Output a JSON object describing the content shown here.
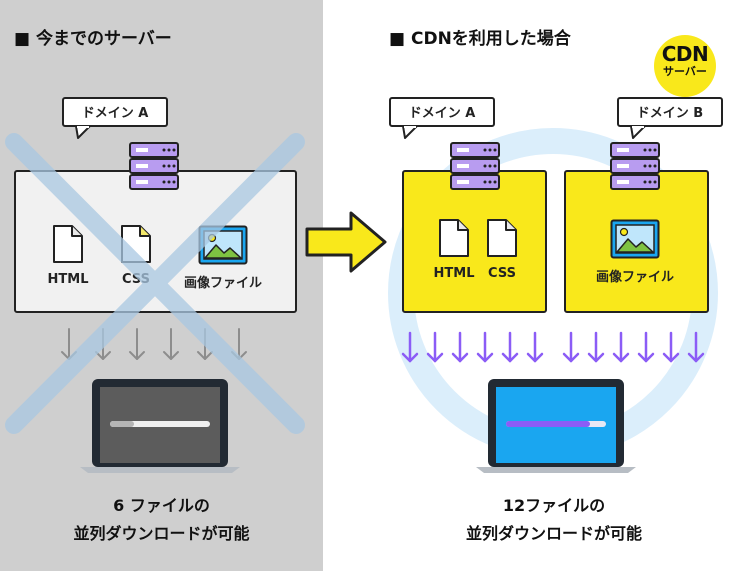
{
  "left": {
    "heading": "■ 今までのサーバー",
    "domain_label": "ドメイン A",
    "files": [
      "HTML",
      "CSS",
      "画像ファイル"
    ],
    "caption_line1": "6 ファイルの",
    "caption_line2": "並列ダウンロードが可能"
  },
  "right": {
    "heading": "■ CDNを利用した場合",
    "badge_line1": "CDN",
    "badge_line2": "サーバー",
    "domain_a_label": "ドメイン A",
    "domain_b_label": "ドメイン B",
    "files_a": [
      "HTML",
      "CSS"
    ],
    "files_b": [
      "画像ファイル"
    ],
    "caption_line1": "12ファイルの",
    "caption_line2": "並列ダウンロードが可能"
  },
  "colors": {
    "left_bg": "#cfcfcf",
    "yellow": "#f9e81b",
    "purple": "#8b5cf6",
    "server": "#b89cf0",
    "screen_gray": "#5c5c5c",
    "screen_blue": "#1aa6f0",
    "ring": "#dbeefb",
    "cross": "#a9c8e2"
  },
  "icons": [
    "server-icon",
    "document-icon",
    "image-icon",
    "laptop-icon",
    "arrow-right-icon",
    "arrow-down-icon"
  ]
}
